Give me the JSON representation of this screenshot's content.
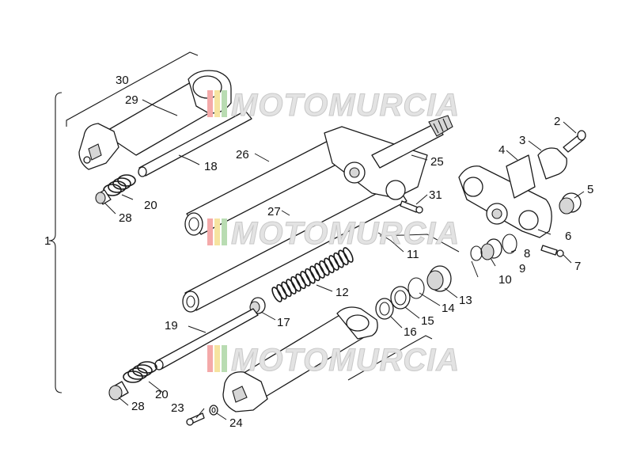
{
  "diagram": {
    "watermark": "MOTOMURCIA",
    "callouts": {
      "c1": "1",
      "c2": "2",
      "c3": "3",
      "c4": "4",
      "c5": "5",
      "c6": "6",
      "c7": "7",
      "c8": "8",
      "c9": "9",
      "c10": "10",
      "c11": "11",
      "c12": "12",
      "c13": "13",
      "c14": "14",
      "c15": "15",
      "c16": "16",
      "c17": "17",
      "c18": "18",
      "c19": "19",
      "c20a": "20",
      "c20b": "20",
      "c23": "23",
      "c24": "24",
      "c25": "25",
      "c26": "26",
      "c27": "27",
      "c28a": "28",
      "c28b": "28",
      "c29": "29",
      "c30": "30",
      "c31": "31"
    }
  }
}
